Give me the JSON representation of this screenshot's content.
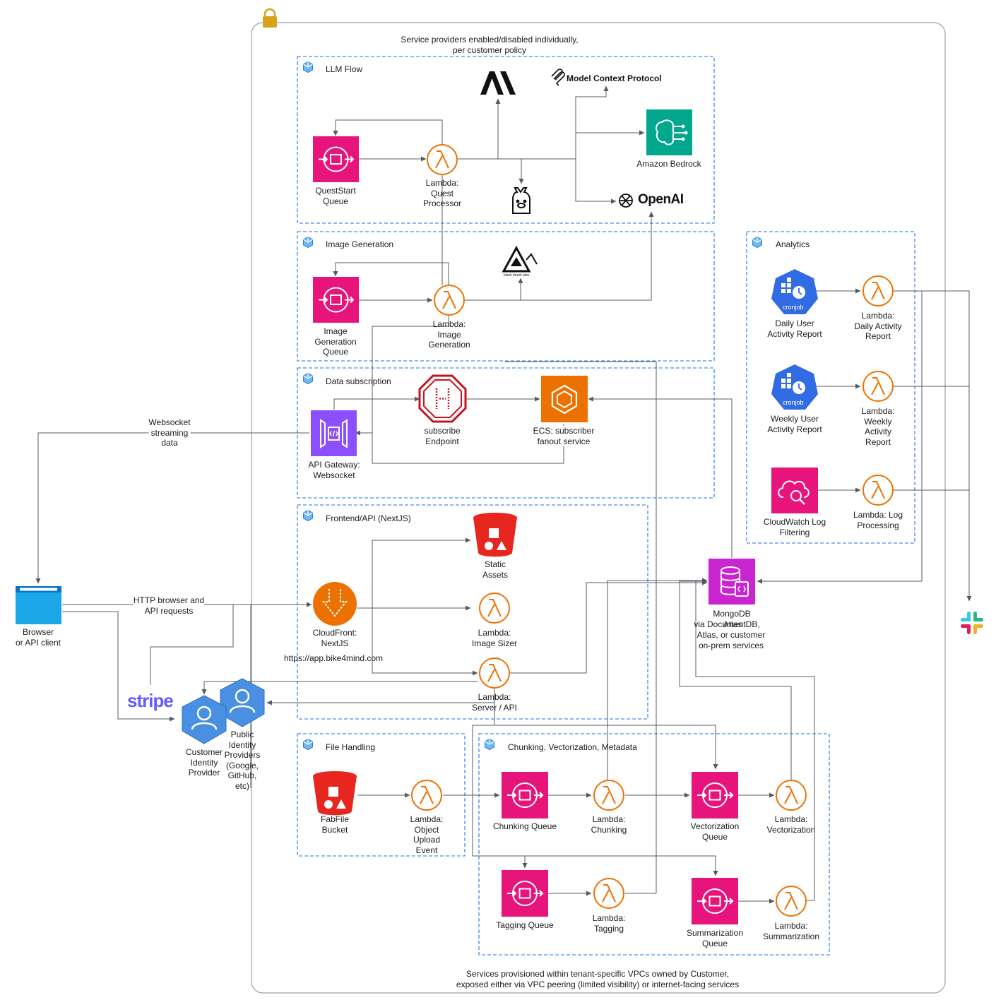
{
  "notes": {
    "top": "Service providers enabled/disabled individually,\nper customer policy",
    "bottom": "Services provisioned within tenant-specific VPCs owned by Customer,\nexposed either via VPC peering (limited visibility) or internet-facing services",
    "websocket": "Websocket\nstreaming\ndata",
    "http": "HTTP browser and\nAPI requests",
    "url": "https://app.bike4mind.com"
  },
  "groups": {
    "llm": "LLM Flow",
    "image": "Image Generation",
    "data": "Data subscription",
    "frontend": "Frontend/API (NextJS)",
    "file": "File Handling",
    "chunking": "Chunking, Vectorization, Metadata",
    "analytics": "Analytics"
  },
  "nodes": {
    "queststart_queue": "QuestStart\nQueue",
    "lambda_quest": "Lambda:\nQuest\nProcessor",
    "bedrock": "Amazon Bedrock",
    "image_queue": "Image\nGeneration\nQueue",
    "lambda_image": "Lambda:\nImage\nGeneration",
    "api_gateway": "API Gateway:\nWebsocket",
    "subscribe": "subscribe\nEndpoint",
    "ecs": "ECS: subscriber\nfanout service",
    "static_assets": "Static\nAssets",
    "cloudfront": "CloudFront:\nNextJS",
    "lambda_sizer": "Lambda:\nImage Sizer",
    "lambda_server": "Lambda:\nServer / API",
    "browser": "Browser\nor API client",
    "customer_idp": "Customer\nIdentity\nProvider",
    "public_idp": "Public\nIdentity\nProviders\n(Google,\nGitHub,\netc)",
    "fabfile": "FabFile\nBucket",
    "lambda_upload": "Lambda:\nObject\nUpload\nEvent",
    "chunking_queue": "Chunking Queue",
    "lambda_chunking": "Lambda:\nChunking",
    "vector_queue": "Vectorization\nQueue",
    "lambda_vector": "Lambda:\nVectorization",
    "tagging_queue": "Tagging Queue",
    "lambda_tagging": "Lambda:\nTagging",
    "summary_queue": "Summarization\nQueue",
    "lambda_summary": "Lambda:\nSummarization",
    "daily_cron": "Daily User\nActivity Report",
    "lambda_daily": "Lambda:\nDaily Activity\nReport",
    "weekly_cron": "Weekly User\nActivity Report",
    "lambda_weekly": "Lambda:\nWeekly\nActivity\nReport",
    "cloudwatch": "CloudWatch Log\nFiltering",
    "lambda_log": "Lambda: Log\nProcessing",
    "mongodb_top": "MongoDB",
    "mongodb_under": "via DocumentDB,",
    "mongodb_over": "Atlas",
    "mongodb_rest": "Atlas, or customer\non-prem services"
  },
  "brands": {
    "mcp": "Model Context Protocol",
    "openai": "OpenAI",
    "stripe": "stripe",
    "bfl": "black forest labs",
    "cronjob": "cronjob"
  },
  "icons": {
    "lock": "lock-icon",
    "anthropic": "anthropic-logo",
    "mcp": "mcp-logo",
    "openai": "openai-logo",
    "ollama": "ollama-icon",
    "slack": "slack-icon",
    "bfl": "black-forest-labs-logo",
    "group": "vpc-group-icon"
  },
  "colors": {
    "sqs": "#e7157b",
    "lambda": "#ed7100",
    "bedrock": "#01a88d",
    "ecs": "#ed7100",
    "api_gateway": "#8c4fff",
    "s3": "#e7261f",
    "mongodb": "#c925d1",
    "cronjob": "#326ce5",
    "cloudwatch": "#e7157b",
    "browser": "#1ba6e8",
    "identity": "#4a90e2",
    "stripe": "#635bff",
    "group_border": "#1a73e8",
    "frame": "#9aa0a6",
    "lock": "#d8a31a",
    "line": "#545b64"
  }
}
